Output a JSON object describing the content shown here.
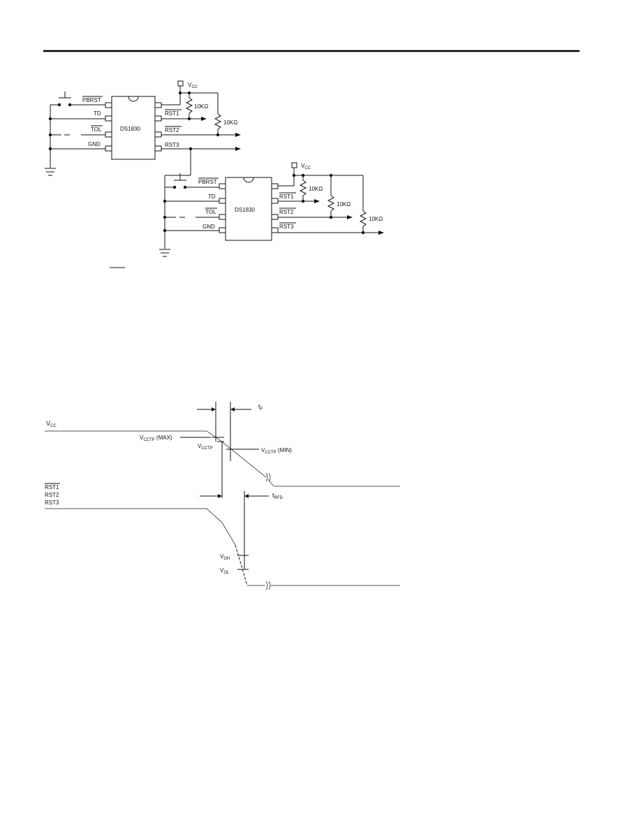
{
  "circuit": {
    "chip1": {
      "name": "DS1830",
      "left_pins": [
        "PBRST",
        "TD",
        "TOL",
        "GND"
      ],
      "right_pins": [
        "RST1",
        "RST2",
        "RST3"
      ],
      "vcc_label": "V",
      "vcc_sub": "CC",
      "resistors": [
        "10KΩ",
        "10KΩ"
      ]
    },
    "chip2": {
      "name": "DS1830",
      "left_pins": [
        "PBRST",
        "TD",
        "TOL",
        "GND"
      ],
      "right_pins": [
        "RST1",
        "RST2",
        "RST3"
      ],
      "vcc_label": "V",
      "vcc_sub": "CC",
      "resistors": [
        "10KΩ",
        "10KΩ",
        "10KΩ"
      ]
    }
  },
  "timing": {
    "vcc_label": "V",
    "vcc_sub": "CC",
    "tf_label": "t",
    "tf_sub": "F",
    "vcctp_max": {
      "main": "V",
      "sub": "CCTP",
      "suffix": " (MAX)"
    },
    "vcctp": {
      "main": "V",
      "sub": "CCTP"
    },
    "vcctp_min": {
      "main": "V",
      "sub": "CCTP",
      "suffix": " (MIN)"
    },
    "rst_labels": [
      "RST1",
      "RST2",
      "RST3"
    ],
    "trfd_label": "t",
    "trfd_sub": "RFD",
    "voh": {
      "main": "V",
      "sub": "OH"
    },
    "vol": {
      "main": "V",
      "sub": "OL"
    }
  }
}
